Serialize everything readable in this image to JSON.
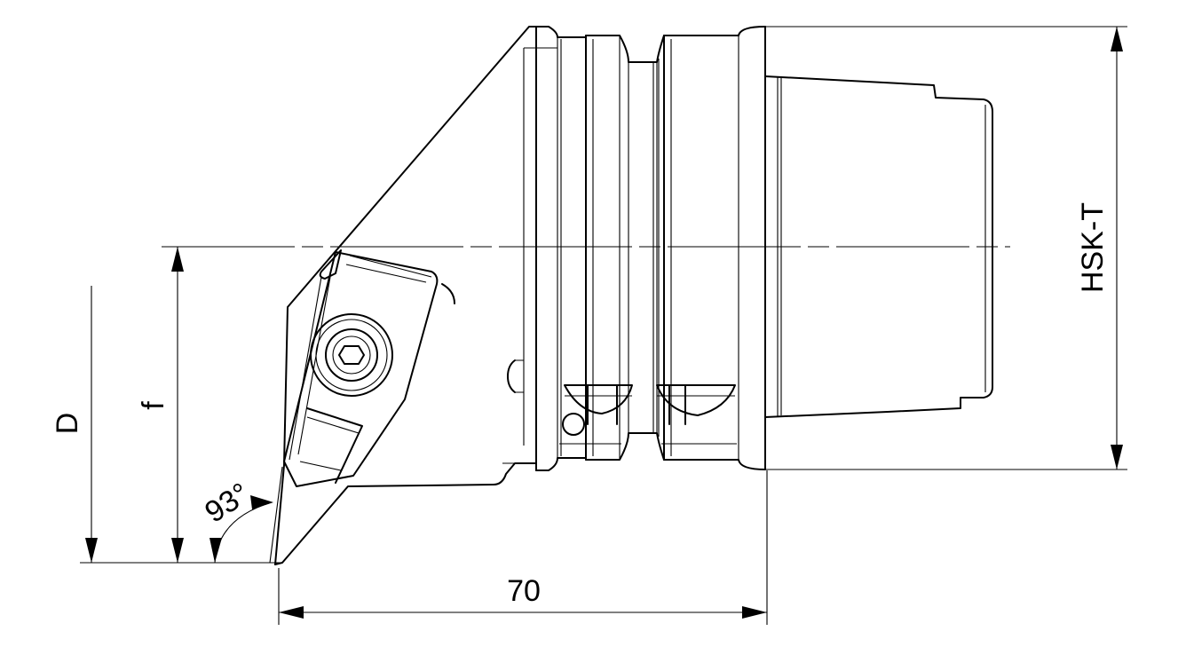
{
  "labels": {
    "hsk": "HSK-T",
    "diameter": "D",
    "offset": "f",
    "angle": "93°",
    "length": "70"
  }
}
